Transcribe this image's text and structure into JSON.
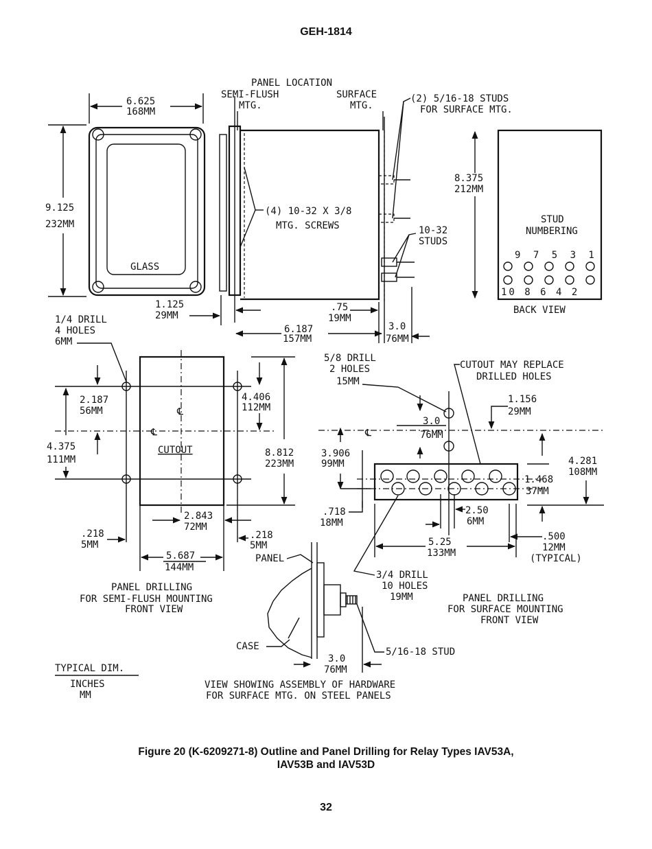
{
  "header": {
    "doc_id": "GEH-1814"
  },
  "caption": {
    "line1": "Figure 20 (K-6209271-8) Outline and Panel Drilling for Relay Types IAV53A,",
    "line2": "IAV53B and IAV53D"
  },
  "footer": {
    "page_number": "32"
  },
  "labels": {
    "panel_location": "PANEL LOCATION",
    "semi_flush_1": "SEMI-FLUSH",
    "semi_flush_2": "MTG.",
    "surface_1": "SURFACE",
    "surface_2": "MTG.",
    "studs_note_1": "(2) 5/16-18 STUDS",
    "studs_note_2": "FOR SURFACE MTG.",
    "width_in": "6.625",
    "width_mm": "168MM",
    "height_in": "9.125",
    "height_mm": "232MM",
    "glass": "GLASS",
    "screws_1": "(4) 10-32 X 3/8",
    "screws_2": "MTG. SCREWS",
    "depth_in": "8.375",
    "depth_mm": "212MM",
    "studs_1032_1": "10-32",
    "studs_1032_2": "STUDS",
    "stud_numbering_1": "STUD",
    "stud_numbering_2": "NUMBERING",
    "stud_top_row": "9 7 5 3 1",
    "stud_bottom_row": "10 8 6 4 2",
    "back_view": "BACK VIEW",
    "dim_1125_in": "1.125",
    "dim_1125_mm": "29MM",
    "dim_6187_in": "6.187",
    "dim_6187_mm": "157MM",
    "dim_75_in": ".75",
    "dim_75_mm": "19MM",
    "dim_30_in": "3.0",
    "dim_30_mm": "76MM",
    "drill14_1": "1/4 DRILL",
    "drill14_2": "4 HOLES",
    "drill14_3": "6MM",
    "dim_2187_in": "2.187",
    "dim_2187_mm": "56MM",
    "dim_4375_in": "4.375",
    "dim_4375_mm": "111MM",
    "dim_4406_in": "4.406",
    "dim_4406_mm": "112MM",
    "centerline": "℄",
    "cutout": "CUTOUT",
    "dim_8812_in": "8.812",
    "dim_8812_mm": "223MM",
    "dim_2843_in": "2.843",
    "dim_2843_mm": "72MM",
    "dim_218_in": ".218",
    "dim_218_mm": "5MM",
    "dim_5687_in": "5.687",
    "dim_5687_mm": "144MM",
    "semi_title_1": "PANEL DRILLING",
    "semi_title_2": "FOR SEMI-FLUSH MOUNTING",
    "semi_title_3": "FRONT VIEW",
    "drill58_1": "5/8 DRILL",
    "drill58_2": "2 HOLES",
    "drill58_3": "15MM",
    "cutout_note_1": "CUTOUT MAY REPLACE",
    "cutout_note_2": "DRILLED HOLES",
    "dim_1156_in": "1.156",
    "dim_1156_mm": "29MM",
    "dim_30b_in": "3.0",
    "dim_30b_mm": "76MM",
    "dim_3906_in": "3.906",
    "dim_3906_mm": "99MM",
    "dim_4281_in": "4.281",
    "dim_4281_mm": "108MM",
    "dim_1468_in": "1.468",
    "dim_1468_mm": "37MM",
    "dim_718_in": ".718",
    "dim_718_mm": "18MM",
    "dim_25_in": "2.50",
    "dim_25_mm": "6MM",
    "dim_525_in": "5.25",
    "dim_525_mm": "133MM",
    "dim_500_in": ".500",
    "dim_500_mm": "12MM",
    "typical": "(TYPICAL)",
    "drill34_1": "3/4 DRILL",
    "drill34_2": "10 HOLES",
    "drill34_3": "19MM",
    "surf_title_1": "PANEL DRILLING",
    "surf_title_2": "FOR SURFACE MOUNTING",
    "surf_title_3": "FRONT VIEW",
    "panel": "PANEL",
    "case": "CASE",
    "stud_51618": "5/16-18 STUD",
    "dim_30c_in": "3.0",
    "dim_30c_mm": "76MM",
    "typical_dim": "TYPICAL DIM.",
    "inches": "INCHES",
    "mm": "MM",
    "assembly_1": "VIEW SHOWING ASSEMBLY OF HARDWARE",
    "assembly_2": "FOR SURFACE MTG. ON STEEL PANELS"
  }
}
